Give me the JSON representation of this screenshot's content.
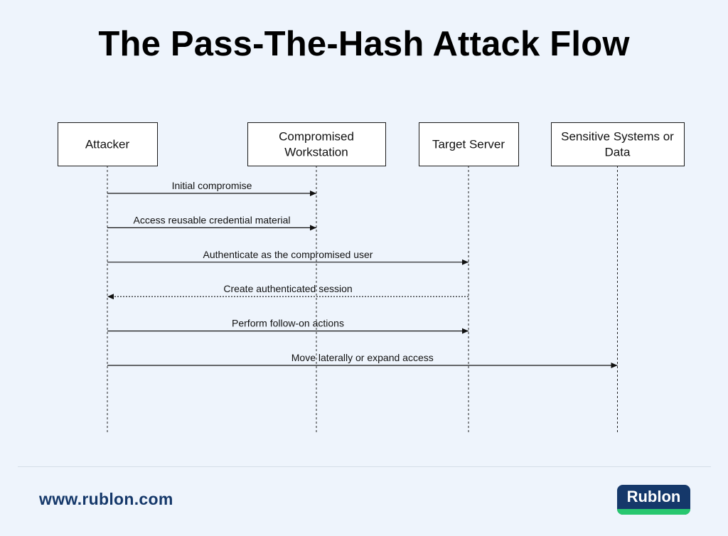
{
  "title": "The Pass-The-Hash Attack Flow",
  "actors": [
    {
      "id": "attacker",
      "lines": [
        "Attacker"
      ]
    },
    {
      "id": "workstation",
      "lines": [
        "Compromised",
        "Workstation"
      ]
    },
    {
      "id": "server",
      "lines": [
        "Target Server"
      ]
    },
    {
      "id": "sensitive",
      "lines": [
        "Sensitive Systems or",
        "Data"
      ]
    }
  ],
  "messages": [
    {
      "label": "Initial compromise",
      "from": "attacker",
      "to": "workstation",
      "style": "solid"
    },
    {
      "label": "Access reusable credential material",
      "from": "attacker",
      "to": "workstation",
      "style": "solid"
    },
    {
      "label": "Authenticate as the compromised user",
      "from": "attacker",
      "to": "server",
      "style": "solid"
    },
    {
      "label": "Create authenticated session",
      "from": "server",
      "to": "attacker",
      "style": "dotted"
    },
    {
      "label": "Perform follow-on actions",
      "from": "attacker",
      "to": "server",
      "style": "solid"
    },
    {
      "label": "Move laterally or expand access",
      "from": "attacker",
      "to": "sensitive",
      "style": "solid"
    }
  ],
  "footer": {
    "url": "www.rublon.com",
    "logo_text": "Rublon"
  },
  "colors": {
    "background": "#eef4fc",
    "brand_navy": "#15386a",
    "brand_green": "#28c76f"
  }
}
